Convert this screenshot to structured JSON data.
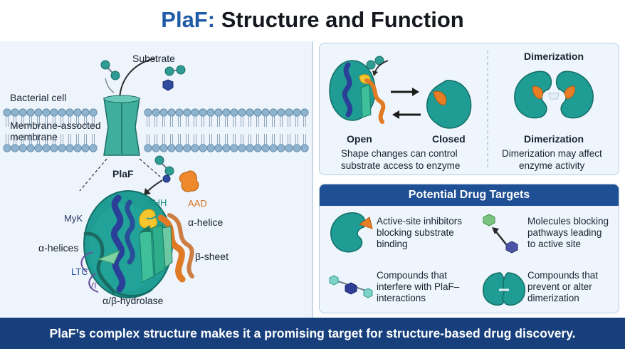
{
  "title": {
    "accent": "PlaF:",
    "rest": " Structure and Function"
  },
  "left": {
    "substrate": "Substrate",
    "bacterial_cell": "Bacterial cell",
    "membrane_line1": "Membrane-assocted",
    "membrane_line2": "membrane",
    "plaf": "PlaF",
    "ahh": "AHH",
    "aad": "AAD",
    "myk": "MyK",
    "alpha_helice": "α-helice",
    "alpha_helices": "α-helices",
    "beta_sheet": "β-sheet",
    "ltc": "LTC",
    "vi": "VI'",
    "hydrolase": "α/β-hydrolase"
  },
  "shape": {
    "open": "Open",
    "closed": "Closed",
    "desc_line1": "Shape changes can control",
    "desc_line2": "substrate access to enzyme",
    "dimer_title": "Dimerization",
    "dimer_label": "Dimerization",
    "dimer_desc1": "Dimerization may affect",
    "dimer_desc2": "enzyme activity"
  },
  "drug": {
    "header": "Potential Drug Targets",
    "t1_l1": "Active-site inhibitors",
    "t1_l2": "blocking substrate",
    "t1_l3": "binding",
    "t2_l1": "Molecules blocking",
    "t2_l2": "pathways leading",
    "t2_l3": "to active site",
    "t3_l1": "Compounds that",
    "t3_l2": "interfere with PlaF–",
    "t3_l3": "interactions",
    "t4_l1": "Compounds that",
    "t4_l2": "prevent or alter",
    "t4_l3": "dimerization"
  },
  "footer": "PlaF’s complex structure makes it a promising target for structure-based drug discovery.",
  "colors": {
    "teal": "#1f9c93",
    "navy": "#1f4f95",
    "orange": "#e87e25",
    "yellow": "#f6c62f",
    "membrane": "#8fb3cf"
  }
}
